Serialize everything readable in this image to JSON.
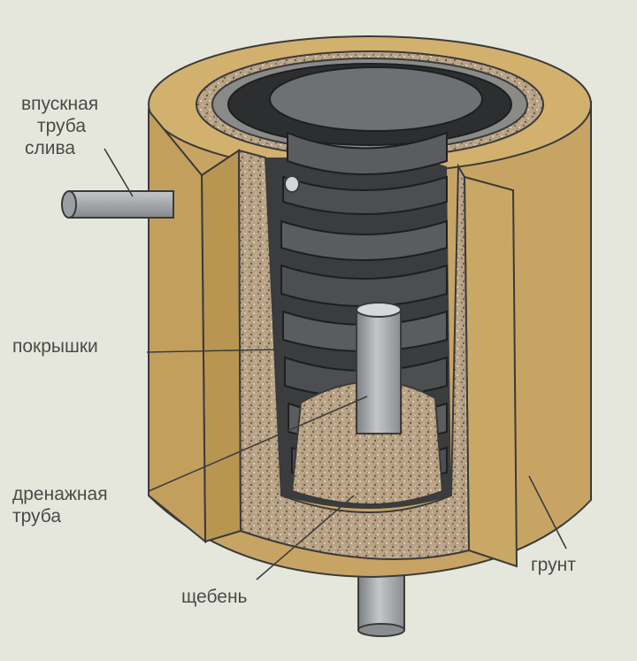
{
  "labels": {
    "inlet_pipe": [
      "впускная",
      "труба",
      "слива"
    ],
    "tires": "покрышки",
    "drain_pipe": [
      "дренажная",
      "труба"
    ],
    "gravel": "щебень",
    "soil": "грунт"
  },
  "colors": {
    "background": "#e6e7dc",
    "soil": "#c8a464",
    "soil_dark": "#ad8a4d",
    "gravel": "#b8a184",
    "tire": "#5c5f61",
    "tire_dark": "#2f3133",
    "pipe": "#a3a6a8",
    "label_text": "#4a4a4a"
  }
}
